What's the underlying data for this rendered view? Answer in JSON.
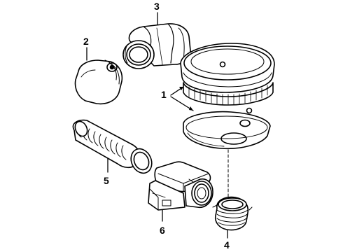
{
  "callouts": {
    "part_1": "1",
    "part_2": "2",
    "part_3": "3",
    "part_4": "4",
    "part_5": "5",
    "part_6": "6"
  },
  "colors": {
    "line": "#000000",
    "background": "#ffffff",
    "shade": "#d8d8d8"
  }
}
